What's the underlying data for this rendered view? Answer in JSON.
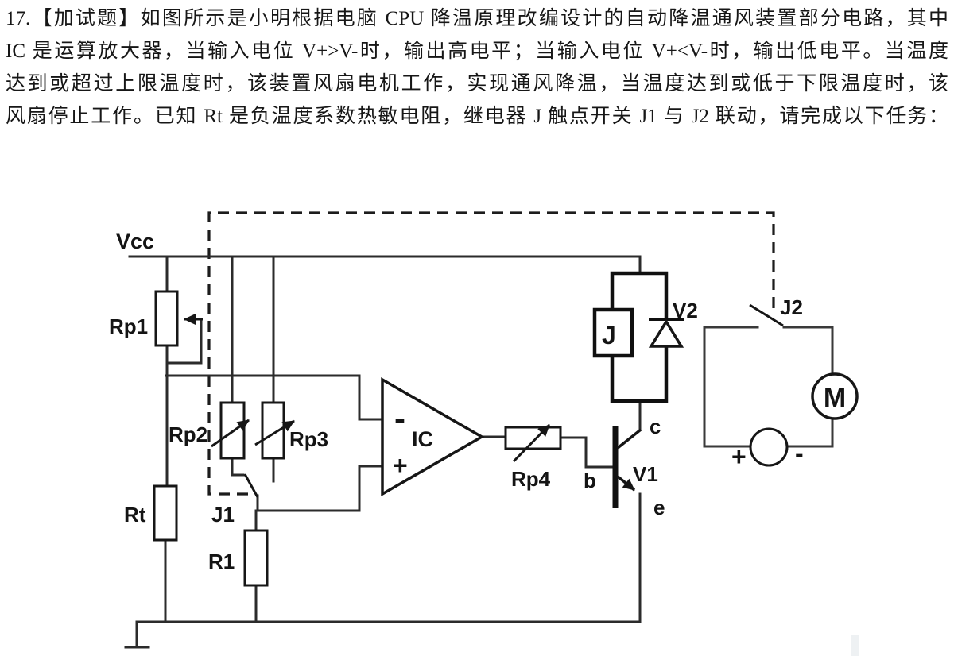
{
  "problem": {
    "lines": [
      "17.【加试题】如图所示是小明根据电脑 CPU 降温原理改编设计的自动降温通风装置部分电路，其中",
      "IC 是运算放大器，当输入电位 V+>V-时，输出高电平；当输入电位 V+<V-时，输出低电平。当温度",
      "达到或超过上限温度时，该装置风扇电机工作，实现通风降温，当温度达到或低于下限温度时，该",
      "风扇停止工作。已知 Rt 是负温度系数热敏电阻，继电器 J 触点开关 J1 与 J2 联动，请完成以下任务："
    ]
  },
  "circuit": {
    "labels": {
      "vcc": "Vcc",
      "rp1": "Rp1",
      "rp2": "Rp2",
      "rp3": "Rp3",
      "rp4": "Rp4",
      "rt": "Rt",
      "r1": "R1",
      "ic": "IC",
      "ic_minus": "-",
      "ic_plus": "+",
      "relay_coil": "J",
      "j1": "J1",
      "j2": "J2",
      "v1": "V1",
      "v2": "V2",
      "base": "b",
      "collector": "c",
      "emitter": "e",
      "motor": "M",
      "battery_plus": "+",
      "battery_minus": "-"
    },
    "colors": {
      "wire": "#2b2b2b",
      "component": "#141414",
      "text": "#141414",
      "background": "#ffffff"
    }
  }
}
